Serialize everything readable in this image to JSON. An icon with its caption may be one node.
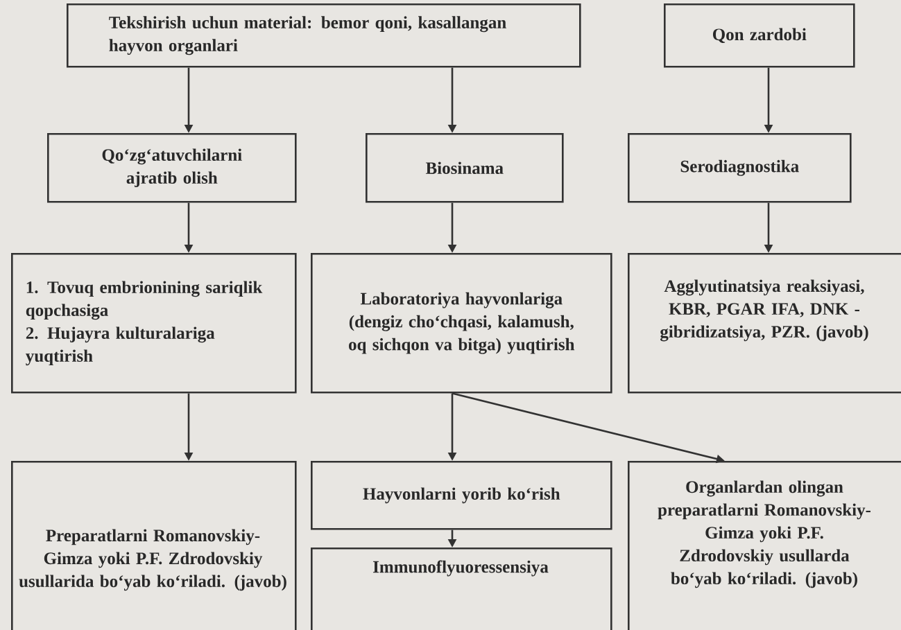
{
  "diagram": {
    "nodes": [
      {
        "text": [
          "Tekshirish uchun material: bemor qoni, kasallangan hayvon organlari"
        ]
      },
      {
        "text": [
          "Qon zardobi"
        ]
      },
      {
        "text": [
          "Qo‘zg‘atuvchilarni ajratib olish"
        ]
      },
      {
        "text": [
          "Biosinama"
        ]
      },
      {
        "text": [
          "Serodiagnostika"
        ]
      },
      {
        "text": [
          "1. Tovuq embrionining sariqlik qopchasiga",
          "2. Hujayra kulturalariga yuqtirish"
        ]
      },
      {
        "text": [
          "Laboratoriya hayvonlariga (dengiz cho‘chqasi, kalamush, oq sichqon va bitga) yuqtirish"
        ]
      },
      {
        "text": [
          "Agglyutinatsiya reaksiyasi, KBR, PGAR IFA, DNK - gibridizatsiya, PZR. (javob)"
        ]
      },
      {
        "text": [
          "Preparatlarni Romanovskiy-Gimza yoki P.F. Zdrodovskiy usullarida bo‘yab ko‘riladi. (javob)"
        ]
      },
      {
        "text": [
          "Hayvonlarni yorib ko‘rish"
        ]
      },
      {
        "text": [
          "Immunoflyuoressensiya"
        ]
      },
      {
        "text": [
          "Organlardan olingan preparatlarni Romanovskiy-Gimza yoki P.F. Zdrodovskiy usullarda bo‘yab ko‘riladi. (javob)"
        ]
      }
    ],
    "edges": [
      {
        "from": 0,
        "to": 2,
        "arrow": "to"
      },
      {
        "from": 0,
        "to": 3,
        "arrow": "to"
      },
      {
        "from": 1,
        "to": 4,
        "arrow": "to"
      },
      {
        "from": 2,
        "to": 5,
        "arrow": "to"
      },
      {
        "from": 3,
        "to": 6,
        "arrow": "to"
      },
      {
        "from": 4,
        "to": 7,
        "arrow": "to"
      },
      {
        "from": 5,
        "to": 8,
        "arrow": "to"
      },
      {
        "from": 6,
        "to": 9,
        "arrow": "to"
      },
      {
        "from": 6,
        "to": 11,
        "arrow": "to"
      },
      {
        "from": 9,
        "to": 10,
        "arrow": "to"
      }
    ]
  }
}
